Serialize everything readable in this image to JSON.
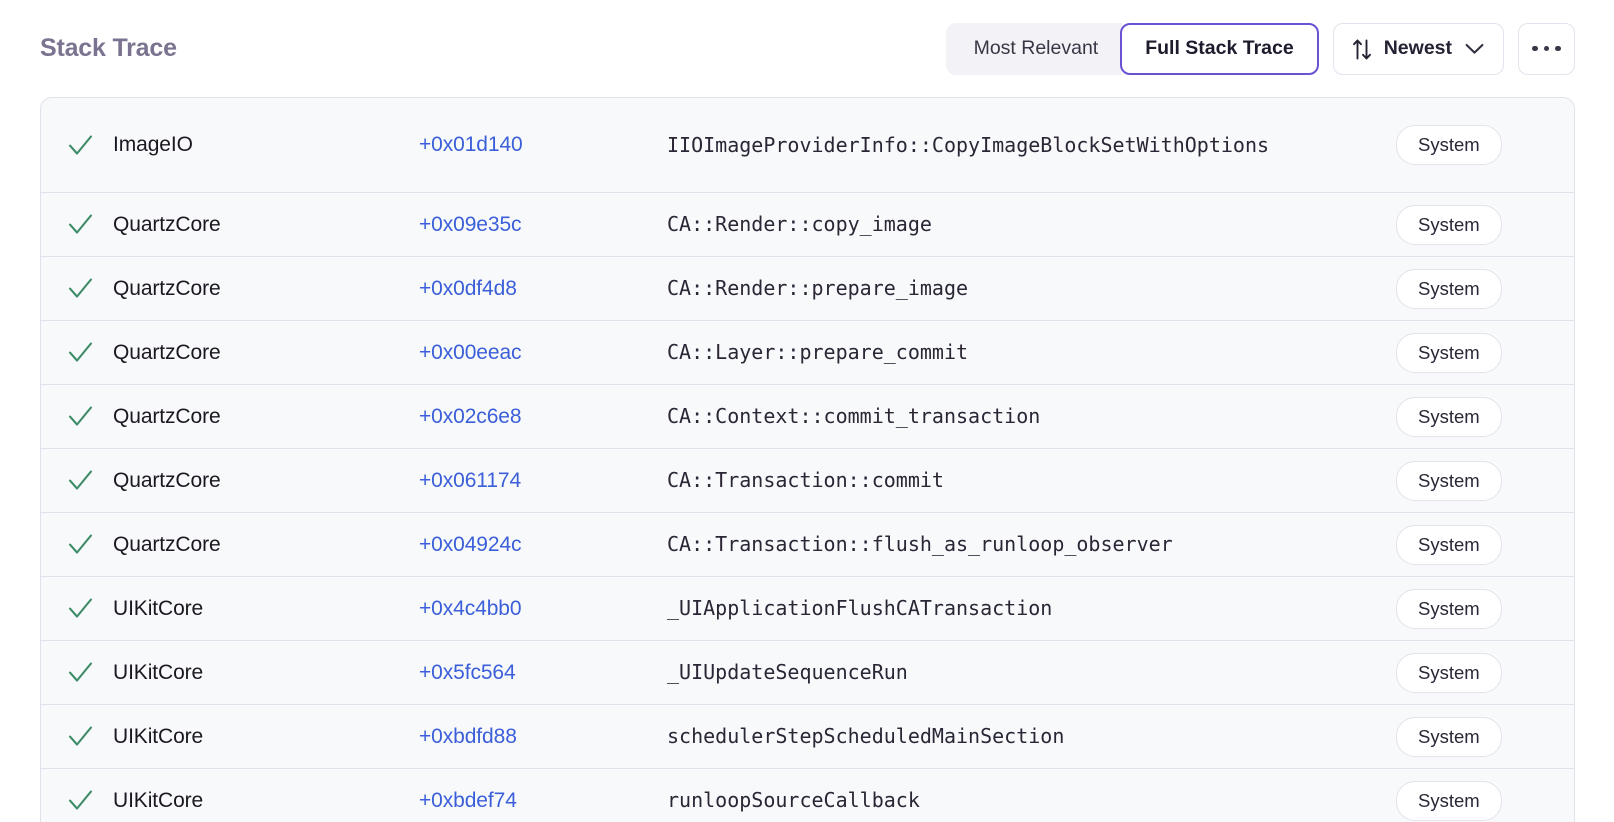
{
  "header": {
    "title": "Stack Trace",
    "segmented": {
      "options": [
        {
          "label": "Most Relevant",
          "selected": false
        },
        {
          "label": "Full Stack Trace",
          "selected": true
        }
      ]
    },
    "sort": {
      "icon": "sort-arrows-icon",
      "label": "Newest",
      "chevron": "chevron-down-icon"
    },
    "more": {
      "icon": "ellipsis-icon",
      "label": "..."
    }
  },
  "colors": {
    "accent_purple": "#6b52d4",
    "title_purple": "#7b738f",
    "link_blue": "#3b5fd9",
    "check_green": "#3d8b67",
    "row_bg": "#f8f9fb",
    "border": "#e2e0ea",
    "segment_bg": "#f3f2f7"
  },
  "table": {
    "columns": [
      "status",
      "module",
      "offset",
      "symbol",
      "tag"
    ],
    "rows": [
      {
        "status": "checkmark",
        "module": "ImageIO",
        "offset": "+0x01d140",
        "symbol": "IIOImageProviderInfo::CopyImageBlockSetWithOptions",
        "tag": "System"
      },
      {
        "status": "checkmark",
        "module": "QuartzCore",
        "offset": "+0x09e35c",
        "symbol": "CA::Render::copy_image",
        "tag": "System"
      },
      {
        "status": "checkmark",
        "module": "QuartzCore",
        "offset": "+0x0df4d8",
        "symbol": "CA::Render::prepare_image",
        "tag": "System"
      },
      {
        "status": "checkmark",
        "module": "QuartzCore",
        "offset": "+0x00eeac",
        "symbol": "CA::Layer::prepare_commit",
        "tag": "System"
      },
      {
        "status": "checkmark",
        "module": "QuartzCore",
        "offset": "+0x02c6e8",
        "symbol": "CA::Context::commit_transaction",
        "tag": "System"
      },
      {
        "status": "checkmark",
        "module": "QuartzCore",
        "offset": "+0x061174",
        "symbol": "CA::Transaction::commit",
        "tag": "System"
      },
      {
        "status": "checkmark",
        "module": "QuartzCore",
        "offset": "+0x04924c",
        "symbol": "CA::Transaction::flush_as_runloop_observer",
        "tag": "System"
      },
      {
        "status": "checkmark",
        "module": "UIKitCore",
        "offset": "+0x4c4bb0",
        "symbol": "_UIApplicationFlushCATransaction",
        "tag": "System"
      },
      {
        "status": "checkmark",
        "module": "UIKitCore",
        "offset": "+0x5fc564",
        "symbol": "_UIUpdateSequenceRun",
        "tag": "System"
      },
      {
        "status": "checkmark",
        "module": "UIKitCore",
        "offset": "+0xbdfd88",
        "symbol": "schedulerStepScheduledMainSection",
        "tag": "System"
      },
      {
        "status": "checkmark",
        "module": "UIKitCore",
        "offset": "+0xbdef74",
        "symbol": "runloopSourceCallback",
        "tag": "System"
      }
    ]
  }
}
